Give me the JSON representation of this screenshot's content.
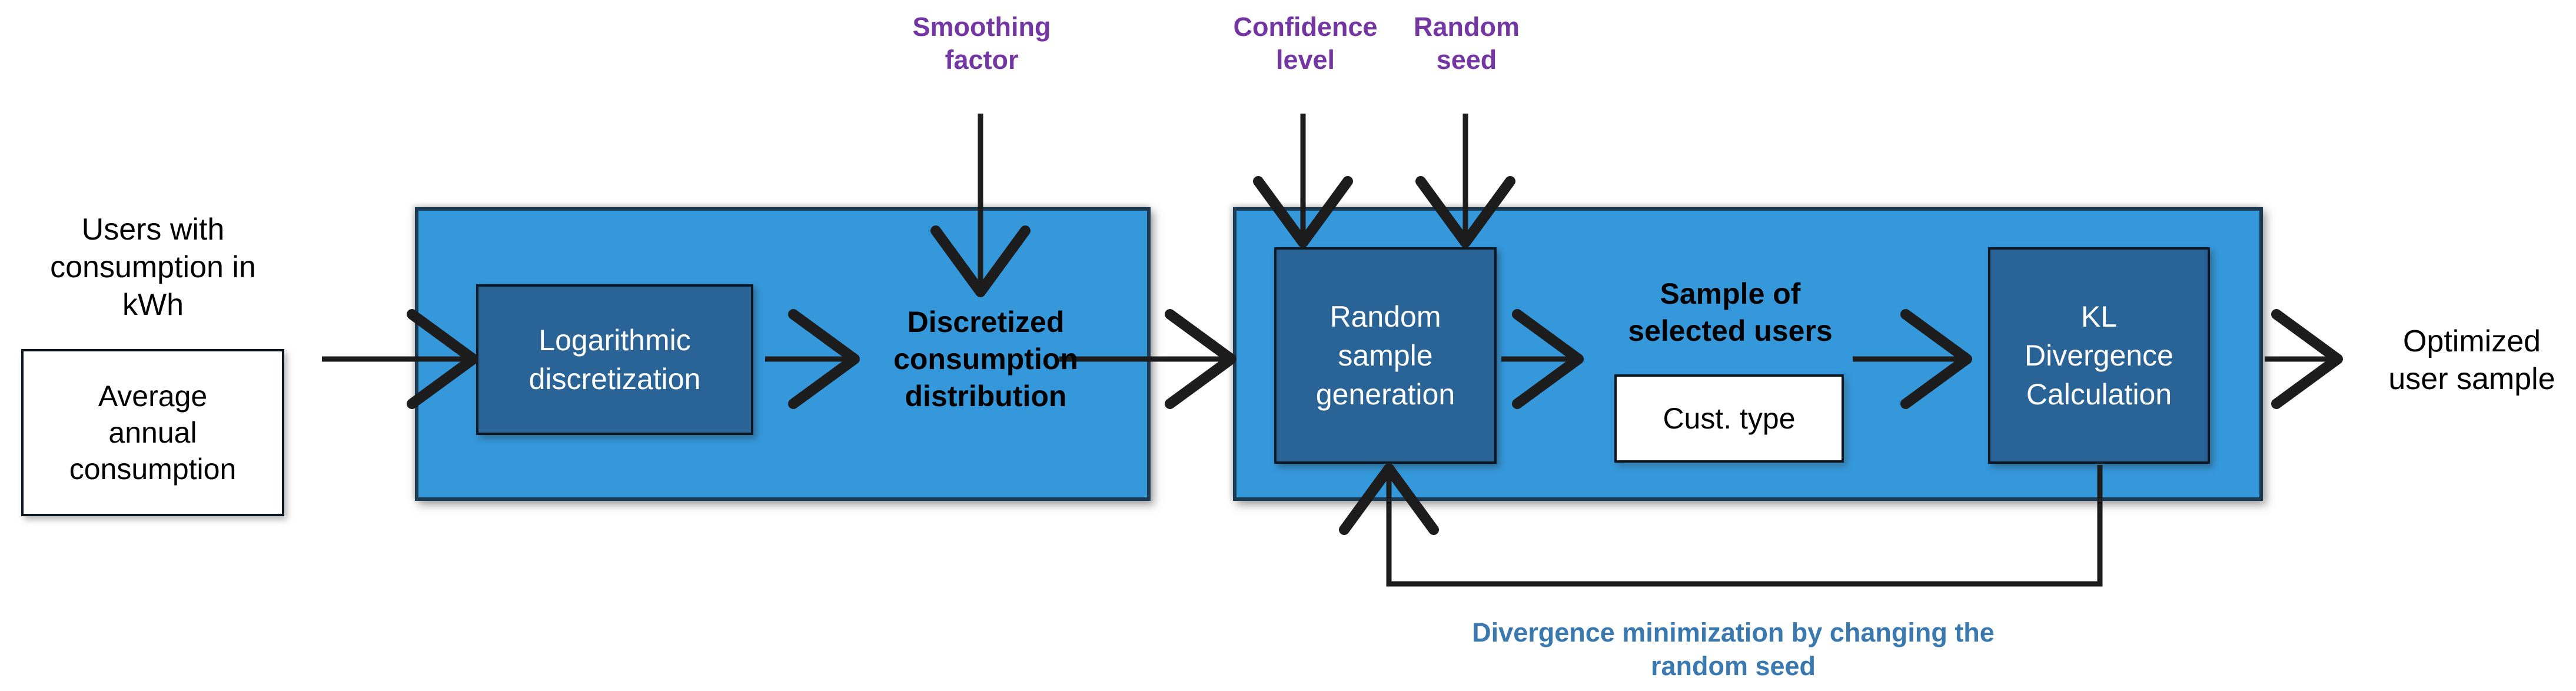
{
  "colors": {
    "container_fill": "#3598db",
    "container_border": "#1c3a52",
    "process_fill": "#2a6496",
    "process_border": "#0c1722",
    "param_text": "#7436a2",
    "feedback_text": "#3a78b0",
    "line_color": "#1d1d1d",
    "flow_text": "#000000",
    "box_text": "#ffffff"
  },
  "flow": {
    "users_label": [
      "Users with",
      "consumption in",
      "kWh"
    ],
    "avg_box_label": [
      "Average",
      "annual",
      "consumption"
    ],
    "stage1_box": [
      "Logarithmic",
      "discretization"
    ],
    "stage1_output": [
      "Discretized",
      "consumption",
      "distribution"
    ],
    "stage2_box": [
      "Random",
      "sample",
      "generation"
    ],
    "sample_label": [
      "Sample of",
      "selected users"
    ],
    "cust_type_label": "Cust. type",
    "kl_box": [
      "KL",
      "Divergence",
      "Calculation"
    ],
    "output_label": [
      "Optimized",
      "user sample"
    ]
  },
  "parameters": {
    "smoothing": [
      "Smoothing",
      "factor"
    ],
    "confidence": [
      "Confidence",
      "level"
    ],
    "random_seed": [
      "Random",
      "seed"
    ]
  },
  "feedback": {
    "label": [
      "Divergence minimization by changing the",
      "random seed"
    ]
  }
}
